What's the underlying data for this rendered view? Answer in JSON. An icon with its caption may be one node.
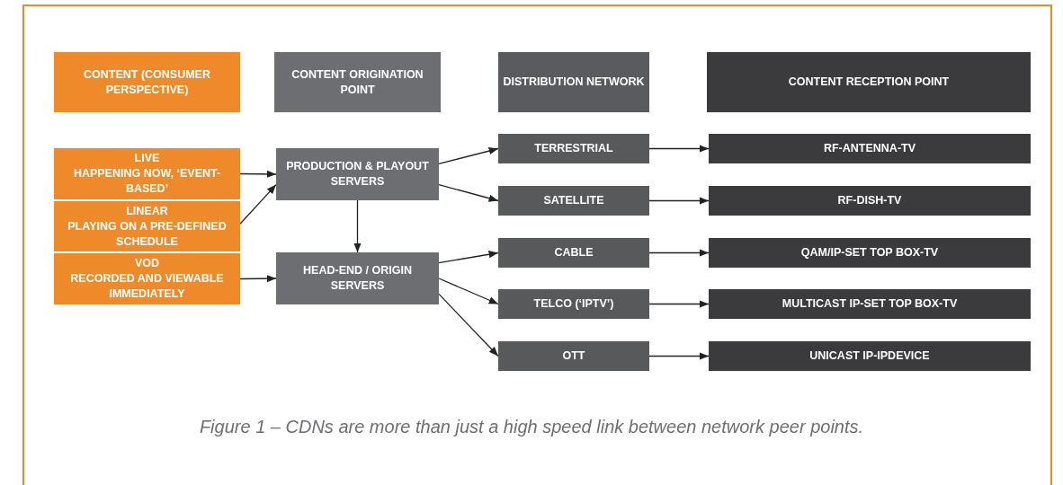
{
  "diagram": {
    "caption": "Figure 1 – CDNs are more than just a high speed link between network peer points.",
    "nodes": [
      {
        "text": [
          "CONTENT (CONSUMER PERSPECTIVE)"
        ]
      },
      {
        "text": [
          "CONTENT ORIGINATION POINT"
        ]
      },
      {
        "text": [
          "DISTRIBUTION NETWORK"
        ]
      },
      {
        "text": [
          "CONTENT RECEPTION POINT"
        ]
      },
      {
        "text": [
          "LIVE",
          "HAPPENING NOW, ‘EVENT-BASED’"
        ]
      },
      {
        "text": [
          "LINEAR",
          "PLAYING ON A PRE-DEFINED SCHEDULE"
        ]
      },
      {
        "text": [
          "VOD",
          "RECORDED AND VIEWABLE IMMEDIATELY"
        ]
      },
      {
        "text": [
          "PRODUCTION & PLAYOUT SERVERS"
        ]
      },
      {
        "text": [
          "HEAD-END / ORIGIN SERVERS"
        ]
      },
      {
        "text": [
          "TERRESTRIAL"
        ]
      },
      {
        "text": [
          "SATELLITE"
        ]
      },
      {
        "text": [
          "CABLE"
        ]
      },
      {
        "text": [
          "TELCO (‘IPTV’)"
        ]
      },
      {
        "text": [
          "OTT"
        ]
      },
      {
        "text": [
          "RF-ANTENNA-TV"
        ]
      },
      {
        "text": [
          "RF-DISH-TV"
        ]
      },
      {
        "text": [
          "QAM/IP-SET TOP BOX-TV"
        ]
      },
      {
        "text": [
          "MULTICAST IP-SET TOP BOX-TV"
        ]
      },
      {
        "text": [
          "UNICAST IP-IPDEVICE"
        ]
      }
    ],
    "edges": [
      {
        "from": 4,
        "to": 7,
        "arrow": "to"
      },
      {
        "from": 5,
        "to": 7,
        "arrow": "to"
      },
      {
        "from": 6,
        "to": 8,
        "arrow": "to"
      },
      {
        "from": 7,
        "to": 8,
        "arrow": "to"
      },
      {
        "from": 7,
        "to": 9,
        "arrow": "to"
      },
      {
        "from": 7,
        "to": 10,
        "arrow": "to"
      },
      {
        "from": 8,
        "to": 11,
        "arrow": "to"
      },
      {
        "from": 8,
        "to": 12,
        "arrow": "to"
      },
      {
        "from": 8,
        "to": 13,
        "arrow": "to"
      },
      {
        "from": 9,
        "to": 14,
        "arrow": "to"
      },
      {
        "from": 10,
        "to": 15,
        "arrow": "to"
      },
      {
        "from": 11,
        "to": 16,
        "arrow": "to"
      },
      {
        "from": 12,
        "to": 17,
        "arrow": "to"
      },
      {
        "from": 13,
        "to": 18,
        "arrow": "to"
      }
    ]
  }
}
